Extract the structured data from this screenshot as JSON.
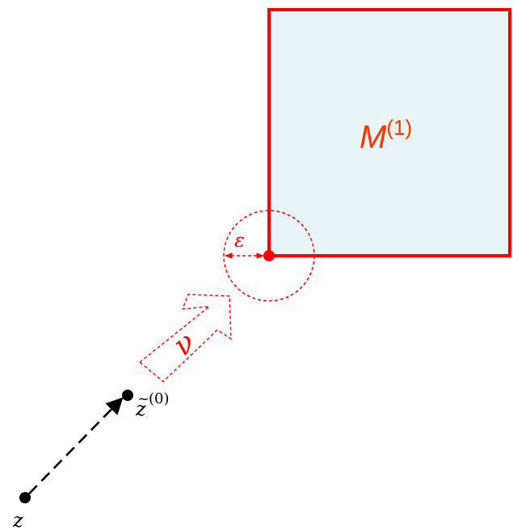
{
  "labels": {
    "region": "M",
    "region_superscript": "(1)",
    "epsilon": "ε",
    "direction": "ν",
    "point_start": "z",
    "point_next": "z",
    "point_next_accent": "~",
    "point_next_superscript": "(0)"
  },
  "colors": {
    "region_fill": "#e8f4f5",
    "accent": "#ff0000",
    "point": "#000000"
  }
}
